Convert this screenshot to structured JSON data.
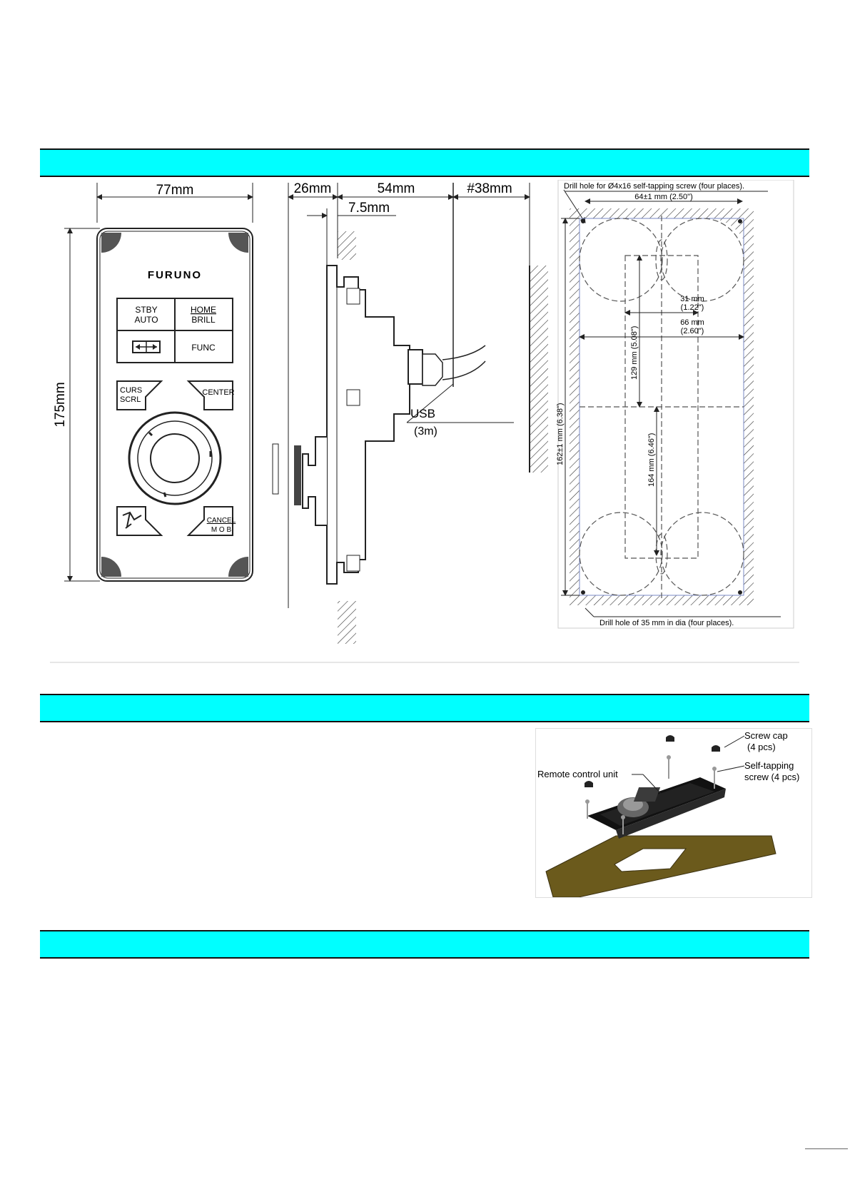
{
  "sections": [
    {
      "name": "dimensions-header"
    },
    {
      "name": "mounting-header"
    },
    {
      "name": "third-header"
    }
  ],
  "front_view": {
    "width_label": "77mm",
    "height_label": "175mm",
    "brand": "FURUNO",
    "keys": {
      "stby": "STBY",
      "auto": "AUTO",
      "home": "HOME",
      "brill": "BRILL",
      "func": "FUNC",
      "curs": "CURS",
      "scrl": "SCRL",
      "center": "CENTER",
      "cancel": "CANCEL",
      "mob": "M O B"
    }
  },
  "side_view": {
    "dim_26": "26mm",
    "dim_54": "54mm",
    "dim_38": "#38mm",
    "dim_7_5": "7.5mm",
    "usb": "USB",
    "usb_len": "(3m)"
  },
  "template_view": {
    "drill_top": "Drill hole for Ø4x16 self-tapping screw (four places).",
    "dim_64": "64±1 mm (2.50\")",
    "dim_31": "31 mm",
    "dim_31_in": "(1.22\")",
    "dim_66": "66 mm",
    "dim_66_in": "(2.60\")",
    "dim_129": "129 mm (5.08\")",
    "dim_164": "164 mm (6.46\")",
    "dim_162": "162±1 mm (6.38\")",
    "drill_bottom": "Drill hole of 35 mm in dia (four places)."
  },
  "mounting_photo": {
    "screw_cap": "Screw cap",
    "screw_cap_qty": "(4 pcs)",
    "remote_unit": "Remote control unit",
    "self_tapping": "Self-tapping",
    "self_tapping_qty": "screw (4 pcs)"
  },
  "colors": {
    "header_bar": "#00ffff",
    "board": "#6b5a1c"
  }
}
